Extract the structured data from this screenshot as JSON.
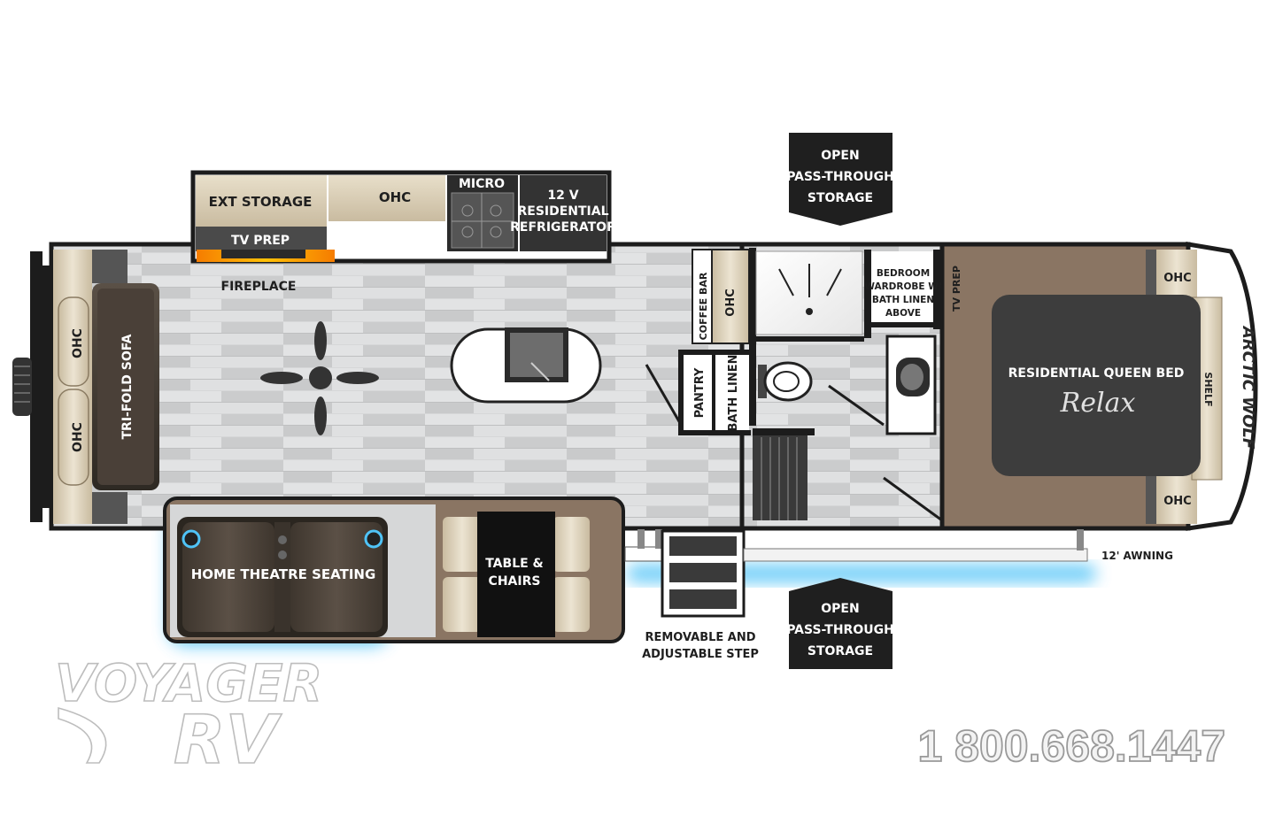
{
  "floorplan": {
    "labels": {
      "ext_storage": "EXT STORAGE",
      "ohc_kitchen": "OHC",
      "micro": "MICRO",
      "refrigerator_lines": [
        "12 V",
        "RESIDENTIAL",
        "REFRIGERATOR"
      ],
      "tv_prep_kitchen": "TV PREP",
      "fireplace": "FIREPLACE",
      "ohc_rear_top": "OHC",
      "ohc_rear_bottom": "OHC",
      "tri_fold_sofa": "TRI-FOLD SOFA",
      "home_theatre_seating": "HOME THEATRE SEATING",
      "table_chairs_lines": [
        "TABLE &",
        "CHAIRS"
      ],
      "coffee_bar": "COFFEE BAR",
      "ohc_coffee": "OHC",
      "pantry": "PANTRY",
      "bath_linen": "BATH LINEN",
      "wardrobe_lines": [
        "BEDROOM",
        "WARDROBE W/",
        "BATH LINEN",
        "ABOVE"
      ],
      "tv_prep_bedroom": "TV PREP",
      "ohc_bed_top": "OHC",
      "ohc_bed_bottom": "OHC",
      "residential_queen_bed": "RESIDENTIAL QUEEN BED",
      "relax": "Relax",
      "shelf": "SHELF",
      "arctic_wolf": "ARCTIC WOLF",
      "open_pass_through_top": [
        "OPEN",
        "PASS-THROUGH",
        "STORAGE"
      ],
      "open_pass_through_bottom": [
        "OPEN",
        "PASS-THROUGH",
        "STORAGE"
      ],
      "removable_step": [
        "REMOVABLE AND",
        "ADJUSTABLE STEP"
      ],
      "awning": "12' AWNING"
    },
    "colors": {
      "floor": "#d9dadb",
      "wall": "#1c1c1c",
      "cabinet_tan": "#d8cdb6",
      "bedroom_brown": "#8a7563",
      "furniture_dark": "#3a332c",
      "blue_glow": "#4fc3f7",
      "fireplace_orange": "#f5a623"
    }
  },
  "watermark": {
    "brand_top": "VOYAGER",
    "brand_bottom": "RV",
    "phone": "1 800.668.1447"
  }
}
